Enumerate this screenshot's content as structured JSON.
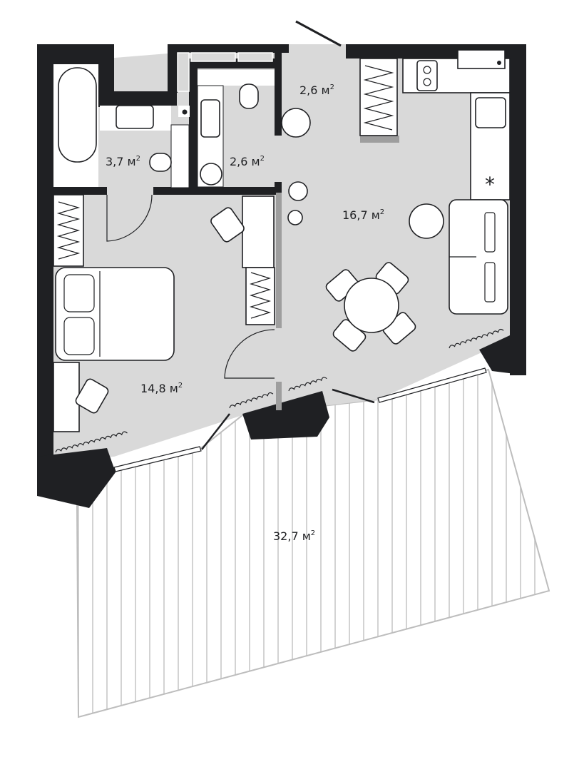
{
  "plan": {
    "rooms": [
      {
        "id": "hall",
        "area": "2,6",
        "unit": "м",
        "exp": "2"
      },
      {
        "id": "bathroom",
        "area": "3,7",
        "unit": "м",
        "exp": "2"
      },
      {
        "id": "wc",
        "area": "2,6",
        "unit": "м",
        "exp": "2"
      },
      {
        "id": "living-kitchen",
        "area": "16,7",
        "unit": "м",
        "exp": "2"
      },
      {
        "id": "bedroom",
        "area": "14,8",
        "unit": "м",
        "exp": "2"
      },
      {
        "id": "terrace",
        "area": "32,7",
        "unit": "м",
        "exp": "2"
      }
    ],
    "colors": {
      "wall": "#1f2023",
      "floor": "#d9d9d9",
      "terrace_lines": "#c8c8c8",
      "background": "#ffffff"
    }
  }
}
